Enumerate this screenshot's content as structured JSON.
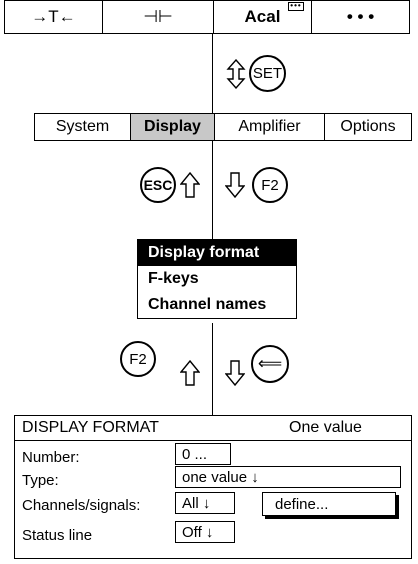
{
  "topbar": {
    "cells": [
      {
        "label": "→T←",
        "bold": false
      },
      {
        "label": "⊣⊢",
        "bold": false
      },
      {
        "label": "Acal",
        "bold": true,
        "indicator": "•••"
      },
      {
        "label": "• • •",
        "bold": false
      }
    ]
  },
  "keys": {
    "set": "SET",
    "esc": "ESC",
    "f2_upper": "F2",
    "f2_lower": "F2",
    "enter": "⟸"
  },
  "menubar": {
    "items": [
      {
        "label": "System",
        "selected": false
      },
      {
        "label": "Display",
        "selected": true
      },
      {
        "label": "Amplifier",
        "selected": false
      },
      {
        "label": "Options",
        "selected": false
      }
    ]
  },
  "submenu": {
    "items": [
      {
        "label": "Display format",
        "highlighted": true
      },
      {
        "label": "F-keys",
        "highlighted": false
      },
      {
        "label": "Channel names",
        "highlighted": false
      }
    ]
  },
  "dialog": {
    "title": "DISPLAY FORMAT",
    "mode": "One value",
    "number_label": "Number:",
    "number_value": "0 ...",
    "type_label": "Type:",
    "type_value": "one value ↓",
    "channels_label": "Channels/signals:",
    "channels_value": "All ↓",
    "define_button": "define...",
    "status_label": "Status line",
    "status_value": "Off ↓"
  }
}
